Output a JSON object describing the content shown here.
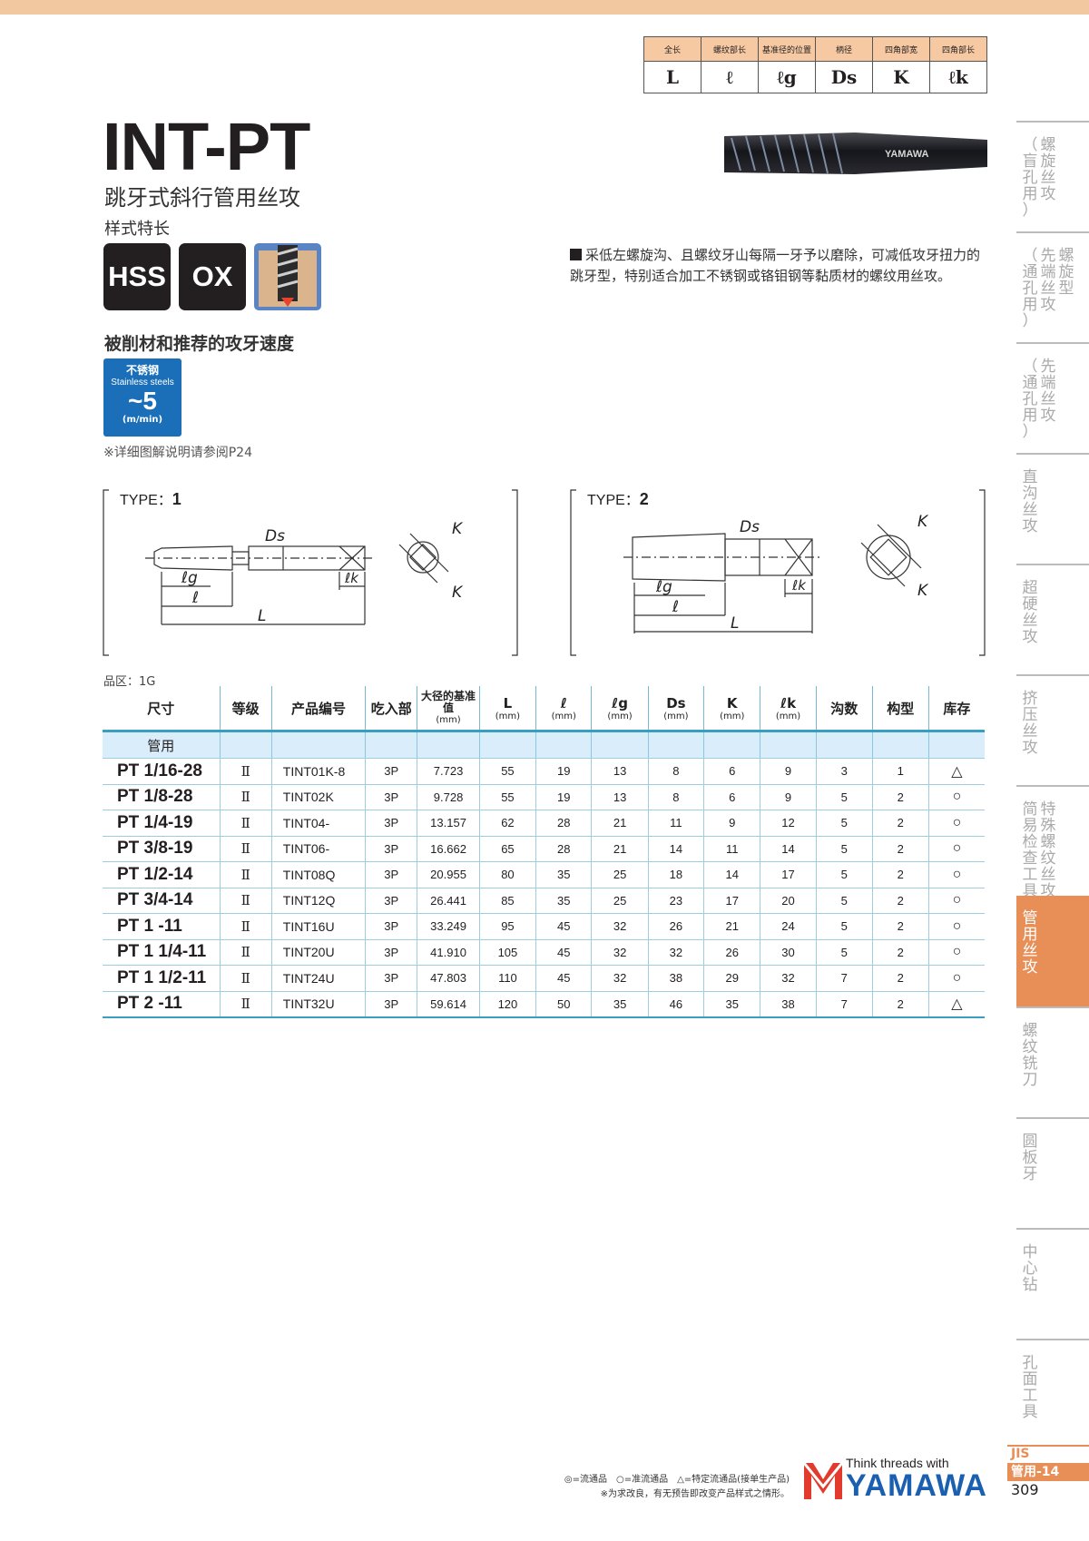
{
  "legend": {
    "headers": [
      "全长",
      "螺纹部长",
      "基准径的位置",
      "柄径",
      "四角部宽",
      "四角部长"
    ],
    "symbols": [
      "L",
      "ℓ",
      "ℓg",
      "Ds",
      "K",
      "ℓk"
    ]
  },
  "product": {
    "title": "INT-PT",
    "subtitle": "跳牙式斜行管用丝攻",
    "spec_label": "样式特长",
    "badges": [
      "HSS",
      "OX"
    ]
  },
  "tool_image_brand": "YAMAWA",
  "description": "采低左螺旋沟、且螺纹牙山每隔一牙予以磨除，可减低攻牙扭力的跳牙型，特别适合加工不锈钢或铬钼钢等黏质材的螺纹用丝攻。",
  "material": {
    "title": "被削材和推荐的攻牙速度",
    "name_cn": "不锈钢",
    "name_en": "Stainless steels",
    "speed": "~5",
    "unit": "(m/min)",
    "note": "※详细图解说明请参阅P24"
  },
  "diagrams": [
    {
      "type_label": "TYPE：",
      "type_num": "1",
      "labels": {
        "ds": "Ds",
        "lg": "ℓg",
        "l": "ℓ",
        "L": "L",
        "lk": "ℓk",
        "K1": "K",
        "K2": "K"
      }
    },
    {
      "type_label": "TYPE：",
      "type_num": "2",
      "labels": {
        "ds": "Ds",
        "lg": "ℓg",
        "l": "ℓ",
        "L": "L",
        "lk": "ℓk",
        "K1": "K",
        "K2": "K"
      }
    }
  ],
  "grade_area": "品区：1G",
  "table": {
    "headers": {
      "size": "尺寸",
      "grade": "等级",
      "code": "产品编号",
      "chamfer": "吃入部",
      "dia": "大径的基准值",
      "dia_unit": "(mm)",
      "L": "L",
      "l": "ℓ",
      "lg": "ℓg",
      "Ds": "Ds",
      "K": "K",
      "lk": "ℓk",
      "unit": "(mm)",
      "flutes": "沟数",
      "type": "构型",
      "stock": "库存"
    },
    "group": "管用",
    "rows": [
      {
        "size": "PT 1/16-28",
        "grade": "Ⅱ",
        "code": "TINT01K-8",
        "chamfer": "3P",
        "dia": "7.723",
        "L": "55",
        "l": "19",
        "lg": "13",
        "Ds": "8",
        "K": "6",
        "lk": "9",
        "flutes": "3",
        "type": "1",
        "stock": "△"
      },
      {
        "size": "PT 1/8-28",
        "grade": "Ⅱ",
        "code": "TINT02K",
        "chamfer": "3P",
        "dia": "9.728",
        "L": "55",
        "l": "19",
        "lg": "13",
        "Ds": "8",
        "K": "6",
        "lk": "9",
        "flutes": "5",
        "type": "2",
        "stock": "○"
      },
      {
        "size": "PT 1/4-19",
        "grade": "Ⅱ",
        "code": "TINT04-",
        "chamfer": "3P",
        "dia": "13.157",
        "L": "62",
        "l": "28",
        "lg": "21",
        "Ds": "11",
        "K": "9",
        "lk": "12",
        "flutes": "5",
        "type": "2",
        "stock": "○"
      },
      {
        "size": "PT 3/8-19",
        "grade": "Ⅱ",
        "code": "TINT06-",
        "chamfer": "3P",
        "dia": "16.662",
        "L": "65",
        "l": "28",
        "lg": "21",
        "Ds": "14",
        "K": "11",
        "lk": "14",
        "flutes": "5",
        "type": "2",
        "stock": "○"
      },
      {
        "size": "PT 1/2-14",
        "grade": "Ⅱ",
        "code": "TINT08Q",
        "chamfer": "3P",
        "dia": "20.955",
        "L": "80",
        "l": "35",
        "lg": "25",
        "Ds": "18",
        "K": "14",
        "lk": "17",
        "flutes": "5",
        "type": "2",
        "stock": "○"
      },
      {
        "size": "PT 3/4-14",
        "grade": "Ⅱ",
        "code": "TINT12Q",
        "chamfer": "3P",
        "dia": "26.441",
        "L": "85",
        "l": "35",
        "lg": "25",
        "Ds": "23",
        "K": "17",
        "lk": "20",
        "flutes": "5",
        "type": "2",
        "stock": "○"
      },
      {
        "size": "PT 1 -11",
        "grade": "Ⅱ",
        "code": "TINT16U",
        "chamfer": "3P",
        "dia": "33.249",
        "L": "95",
        "l": "45",
        "lg": "32",
        "Ds": "26",
        "K": "21",
        "lk": "24",
        "flutes": "5",
        "type": "2",
        "stock": "○"
      },
      {
        "size": "PT 1 1/4-11",
        "grade": "Ⅱ",
        "code": "TINT20U",
        "chamfer": "3P",
        "dia": "41.910",
        "L": "105",
        "l": "45",
        "lg": "32",
        "Ds": "32",
        "K": "26",
        "lk": "30",
        "flutes": "5",
        "type": "2",
        "stock": "○"
      },
      {
        "size": "PT 1 1/2-11",
        "grade": "Ⅱ",
        "code": "TINT24U",
        "chamfer": "3P",
        "dia": "47.803",
        "L": "110",
        "l": "45",
        "lg": "32",
        "Ds": "38",
        "K": "29",
        "lk": "32",
        "flutes": "7",
        "type": "2",
        "stock": "○"
      },
      {
        "size": "PT 2 -11",
        "grade": "Ⅱ",
        "code": "TINT32U",
        "chamfer": "3P",
        "dia": "59.614",
        "L": "120",
        "l": "50",
        "lg": "35",
        "Ds": "46",
        "K": "35",
        "lk": "38",
        "flutes": "7",
        "type": "2",
        "stock": "△"
      }
    ]
  },
  "side_tabs": [
    {
      "cols": [
        "螺旋丝攻",
        "（盲孔用）"
      ]
    },
    {
      "cols": [
        "螺旋型",
        "先端丝攻",
        "（通孔用）"
      ]
    },
    {
      "cols": [
        "先端丝攻",
        "（通孔用）"
      ]
    },
    {
      "cols": [
        "直沟丝攻"
      ]
    },
    {
      "cols": [
        "超硬丝攻"
      ]
    },
    {
      "cols": [
        "挤压丝攻"
      ]
    },
    {
      "cols": [
        "特殊螺纹丝攻",
        "简易检查工具"
      ]
    },
    {
      "cols": [
        "管用丝攻"
      ],
      "active": true
    },
    {
      "cols": [
        "螺纹铣刀"
      ]
    },
    {
      "cols": [
        "圆板牙"
      ]
    },
    {
      "cols": [
        "中心钻"
      ]
    },
    {
      "cols": [
        "孔面工具"
      ]
    }
  ],
  "jis": {
    "a": "JIS",
    "b": "管用-14"
  },
  "page_number": "309",
  "footer": {
    "legend": "◎=流通品　○=准流通品　△=特定流通品(接单生产品)",
    "disclaimer": "※为求改良，有无预告即改变产品样式之情形。"
  },
  "logo": {
    "tagline": "Think threads with",
    "name": "YAMAWA"
  },
  "colors": {
    "accent_orange": "#e88f58",
    "table_blue": "#3a9ec0",
    "material_blue": "#1a6fb8",
    "logo_blue": "#1a5fb0"
  }
}
